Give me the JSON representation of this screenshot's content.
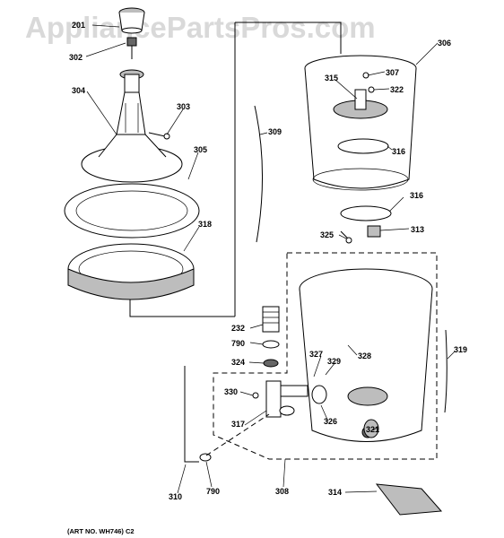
{
  "watermark": "AppliancePartsPros.com",
  "art_number": "(ART NO. WH746) C2",
  "callouts": {
    "p201": "201",
    "p302": "302",
    "p304": "304",
    "p303": "303",
    "p305": "305",
    "p318": "318",
    "p309": "309",
    "p306": "306",
    "p307": "307",
    "p315": "315",
    "p322": "322",
    "p316a": "316",
    "p316b": "316",
    "p325": "325",
    "p313": "313",
    "p232": "232",
    "p790a": "790",
    "p324": "324",
    "p327": "327",
    "p329": "329",
    "p328": "328",
    "p319": "319",
    "p330": "330",
    "p326": "326",
    "p317": "317",
    "p321": "321",
    "p310": "310",
    "p790b": "790",
    "p308": "308",
    "p314": "314"
  }
}
